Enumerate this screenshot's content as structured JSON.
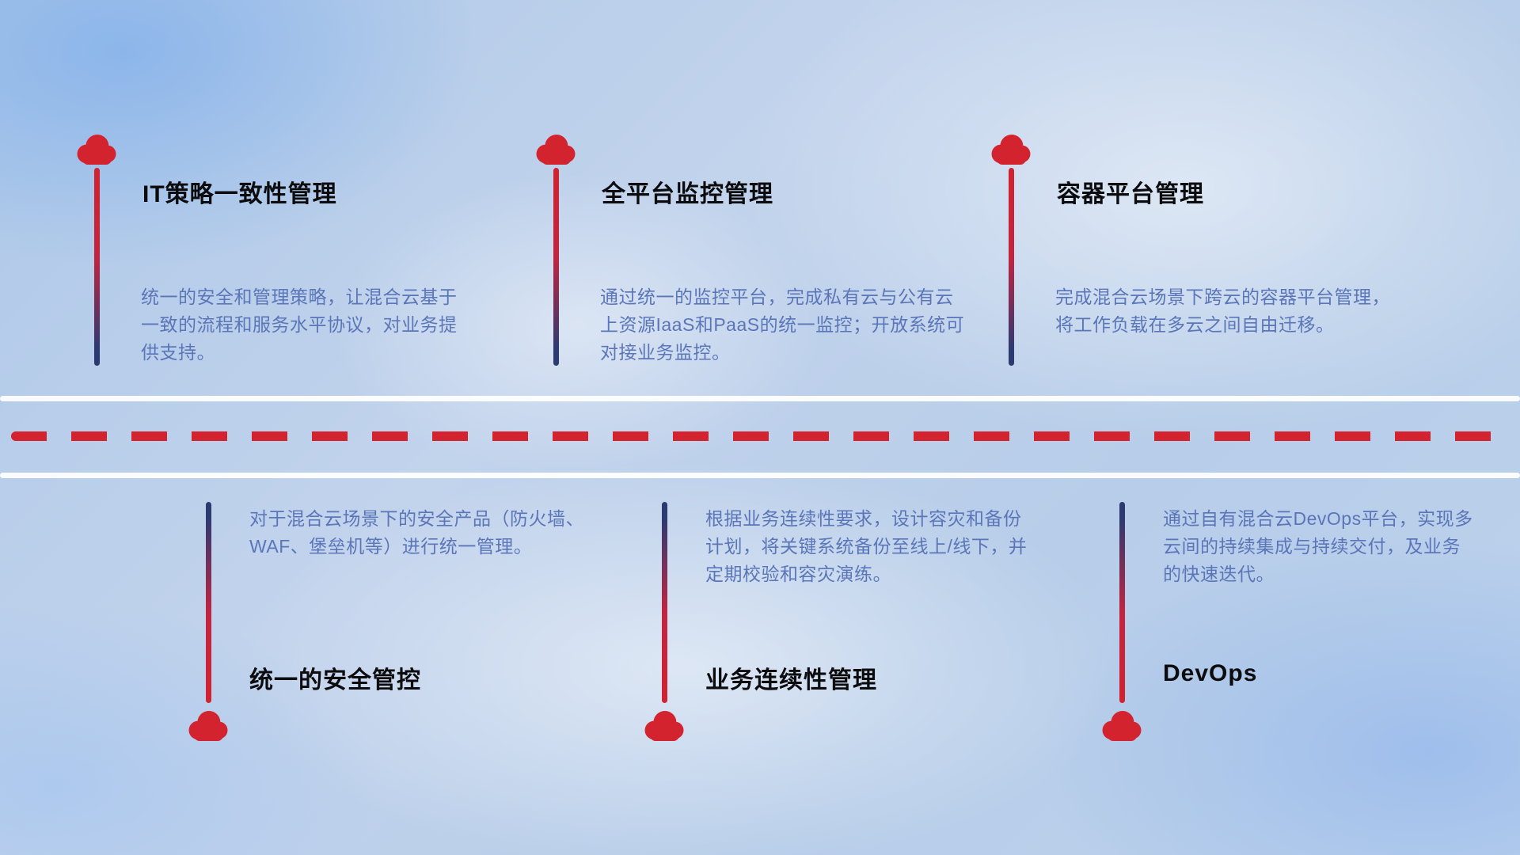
{
  "colors": {
    "accent_red": "#d2232e",
    "accent_navy": "#2c3a72",
    "title_text": "#0c0c0e",
    "desc_text": "#5b76b8",
    "background_blue": "#b7cde9"
  },
  "icons": {
    "cloud": "cloud-icon"
  },
  "top_items": [
    {
      "title": "IT策略一致性管理",
      "desc": "统一的安全和管理策略，让混合云基于一致的流程和服务水平协议，对业务提供支持。"
    },
    {
      "title": "全平台监控管理",
      "desc": "通过统一的监控平台，完成私有云与公有云上资源IaaS和PaaS的统一监控；开放系统可对接业务监控。"
    },
    {
      "title": "容器平台管理",
      "desc": "完成混合云场景下跨云的容器平台管理，将工作负载在多云之间自由迁移。"
    }
  ],
  "bottom_items": [
    {
      "title": "统一的安全管控",
      "desc": "对于混合云场景下的安全产品（防火墙、WAF、堡垒机等）进行统一管理。"
    },
    {
      "title": "业务连续性管理",
      "desc": "根据业务连续性要求，设计容灾和备份计划，将关键系统备份至线上/线下，并定期校验和容灾演练。"
    },
    {
      "title": "DevOps",
      "desc": "通过自有混合云DevOps平台，实现多云间的持续集成与持续交付，及业务的快速迭代。"
    }
  ]
}
